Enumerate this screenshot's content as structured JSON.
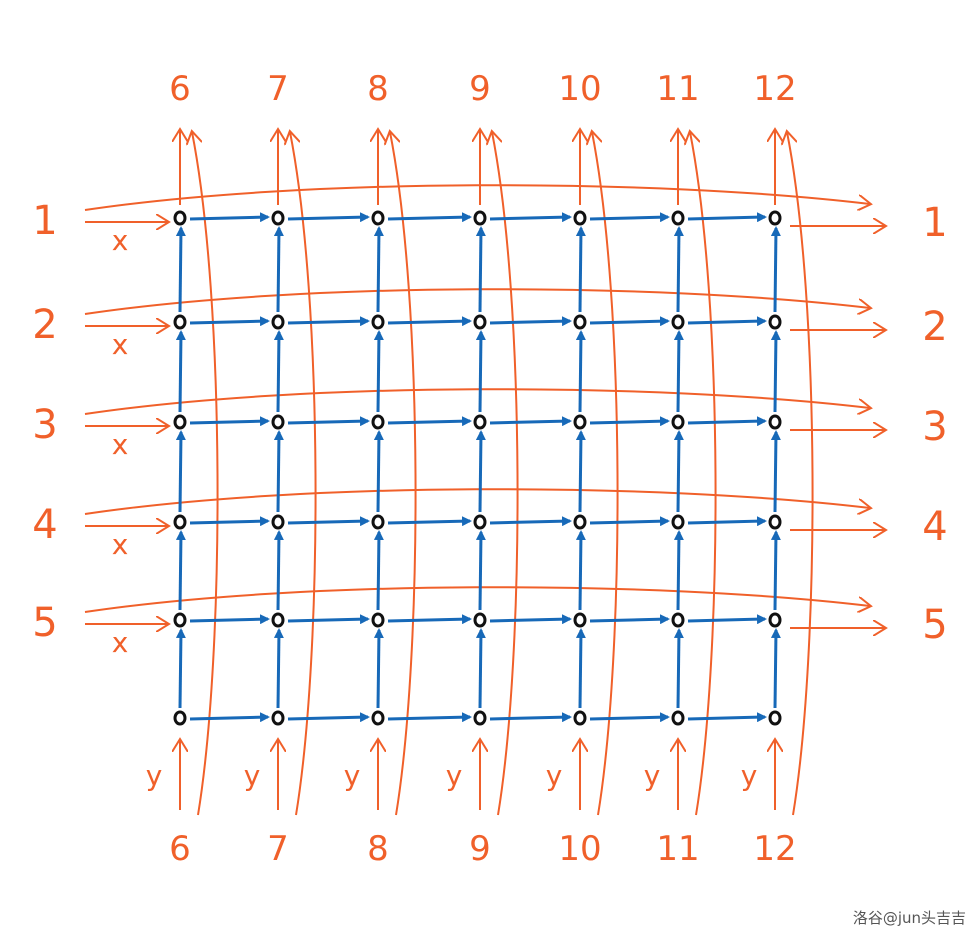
{
  "diagram": {
    "colors": {
      "orange": "#f0602a",
      "blue": "#1769b8",
      "node": "#111111"
    },
    "top_labels": [
      "6",
      "7",
      "8",
      "9",
      "10",
      "11",
      "12"
    ],
    "bottom_labels": [
      "6",
      "7",
      "8",
      "9",
      "10",
      "11",
      "12"
    ],
    "left_labels": [
      "1",
      "2",
      "3",
      "4",
      "5"
    ],
    "right_labels": [
      "1",
      "2",
      "3",
      "4",
      "5"
    ],
    "x_marks": [
      "x",
      "x",
      "x",
      "x",
      "x"
    ],
    "y_marks": [
      "y",
      "y",
      "y",
      "y",
      "y",
      "y",
      "y"
    ]
  },
  "watermark": "洛谷@jun头吉吉"
}
